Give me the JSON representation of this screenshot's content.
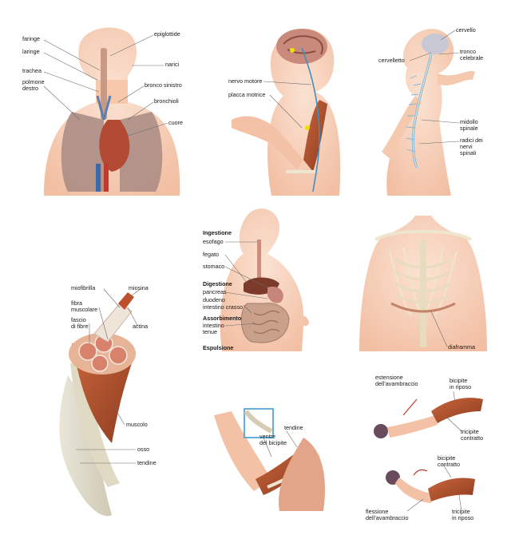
{
  "respiratory": {
    "faringe": "faringe",
    "laringe": "laringe",
    "trachea": "trachea",
    "polmone_destro": "polmone\ndestro",
    "epiglottide": "epiglottide",
    "narici": "narici",
    "bronco_sinistro": "bronco sinistro",
    "bronchioli": "bronchioli",
    "cuore": "cuore"
  },
  "motor": {
    "nervo_motore": "nervo motore",
    "placca_motrice": "placca motrice"
  },
  "nervous": {
    "cervello": "cervello",
    "cervelletto": "cervelletto",
    "tronco_celebrale": "tronco\ncelebrale",
    "midollo_spinale": "midollo\nspinale",
    "radici_nervi": "radici dei\nnervi\nspinali"
  },
  "digestive": {
    "ingestione": "Ingestione",
    "esofago": "esofago",
    "fegato": "fegato",
    "stomaco": "stomaco",
    "digestione": "Digestione",
    "pancreas": "pancreas",
    "duodeno": "duodeno",
    "intestino_crasso": "intestino crasso",
    "assorbimento": "Assorbimento",
    "intestino_tenue": "intestino\ntenue",
    "espulsione": "Espulsione"
  },
  "skeleton": {
    "diaframma": "diaframma"
  },
  "muscle": {
    "miofibrilla": "miofibrilla",
    "miosina": "miosina",
    "fibra_muscolare": "fibra\nmuscolare",
    "fascio_di_fibre": "fascio\ndi fibre",
    "actina": "actina",
    "muscolo": "muscolo",
    "osso": "osso",
    "tendine": "tendine"
  },
  "arm": {
    "tendine": "tendine",
    "ventre_bicipite": "ventre\ndel bicipite"
  },
  "flexion": {
    "estensione": "estensione\ndell’avambraccio",
    "bicipite_riposo": "bicipite\nin riposo",
    "tricipite_contratto": "tricipite\ncontratto",
    "bicipite_contratto": "bicipite\ncontratto",
    "flessione": "flessione\ndell’avambraccio",
    "tricipite_riposo": "tricipite\nin riposo"
  },
  "colors": {
    "skin": "#f6cdb4",
    "bone": "#efe6cf",
    "muscle": "#b5532f",
    "nerve": "#3f8fc2",
    "leader": "#6b6b6b"
  }
}
